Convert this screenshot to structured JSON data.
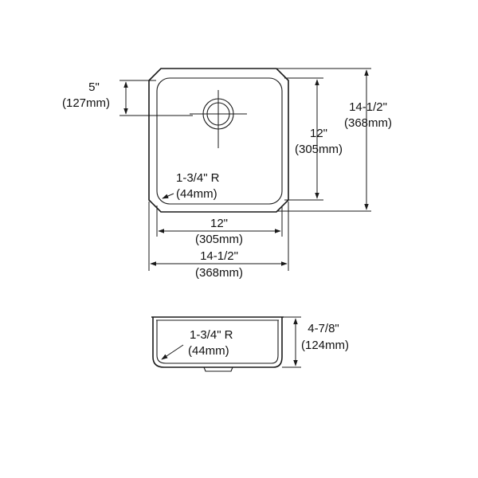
{
  "top_view": {
    "outer_width": {
      "imperial": "14-1/2\"",
      "metric": "(368mm)"
    },
    "outer_height": {
      "imperial": "14-1/2\"",
      "metric": "(368mm)"
    },
    "inner_width": {
      "imperial": "12\"",
      "metric": "(305mm)"
    },
    "inner_height": {
      "imperial": "12\"",
      "metric": "(305mm)"
    },
    "drain_offset": {
      "imperial": "5\"",
      "metric": "(127mm)"
    },
    "corner_radius": {
      "imperial": "1-3/4\" R",
      "metric": "(44mm)"
    }
  },
  "side_view": {
    "depth": {
      "imperial": "4-7/8\"",
      "metric": "(124mm)"
    },
    "corner_radius": {
      "imperial": "1-3/4\" R",
      "metric": "(44mm)"
    }
  }
}
